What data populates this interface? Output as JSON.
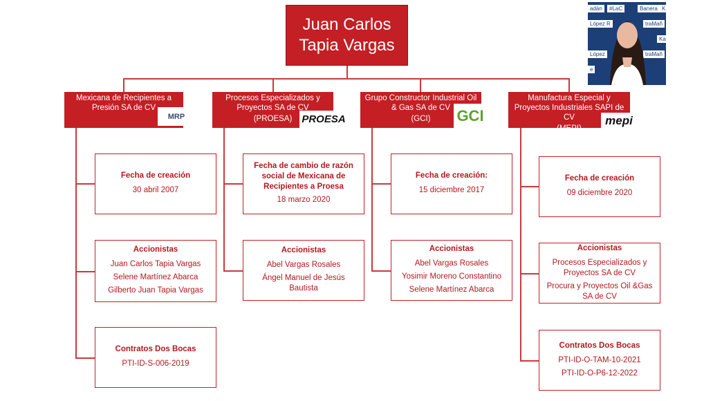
{
  "root": {
    "line1": "Juan Carlos",
    "line2": "Tapia Vargas"
  },
  "companies": [
    {
      "name": "Mexicana de Recipientes a Presión SA de CV",
      "abbr": "",
      "logo": "MRP",
      "boxes": [
        {
          "header": "Fecha de creación",
          "lines": [
            "30 abril 2007"
          ]
        },
        {
          "header": "Accionistas",
          "lines": [
            "Juan Carlos Tapia Vargas",
            "Selene Martínez Abarca",
            "Gilberto Juan Tapia Vargas"
          ]
        },
        {
          "header": "Contratos Dos Bocas",
          "lines": [
            "PTI-ID-S-006-2019"
          ]
        }
      ]
    },
    {
      "name": "Procesos Especializados y Proyectos SA de CV",
      "abbr": "(PROESA)",
      "logo": "PROESA",
      "boxes": [
        {
          "header": "Fecha de cambio de razón social de Mexicana de Recipientes a Proesa",
          "lines": [
            "18 marzo 2020"
          ]
        },
        {
          "header": "Accionistas",
          "lines": [
            "Abel Vargas Rosales",
            "Ángel Manuel de Jesús Bautista"
          ]
        }
      ]
    },
    {
      "name": "Grupo Constructor Industrial Oil & Gas SA de CV",
      "abbr": "(GCI)",
      "logo": "GCI",
      "boxes": [
        {
          "header": "Fecha de creación:",
          "lines": [
            "15 diciembre 2017"
          ]
        },
        {
          "header": "Accionistas",
          "lines": [
            "Abel Vargas Rosales",
            "Yosimir Moreno Constantino",
            "Selene Martínez Abarca"
          ]
        }
      ]
    },
    {
      "name": "Manufactura Especial y Proyectos Industriales SAPI de CV",
      "abbr": "(MEPI)",
      "logo": "mepi",
      "boxes": [
        {
          "header": "Fecha de creación",
          "lines": [
            "09 diciembre 2020"
          ]
        },
        {
          "header": "Accionistas",
          "lines": [
            "Procesos Especializados y Proyectos SA de CV",
            "Procura y Proyectos Oil &Gas SA de CV"
          ]
        },
        {
          "header": "Contratos Dos Bocas",
          "lines": [
            "PTI-ID-O-TAM-10-2021",
            "PTI-ID-O-P6-12-2022"
          ]
        }
      ]
    }
  ],
  "video": {
    "tags": [
      "adán",
      "#LaC",
      "Banera",
      "K",
      "López R",
      "traMañ",
      "Ka",
      "López",
      "e",
      "traMañ"
    ]
  },
  "colors": {
    "accent": "#c31f24",
    "box_text": "#b4181d",
    "line": "#c9393d"
  }
}
